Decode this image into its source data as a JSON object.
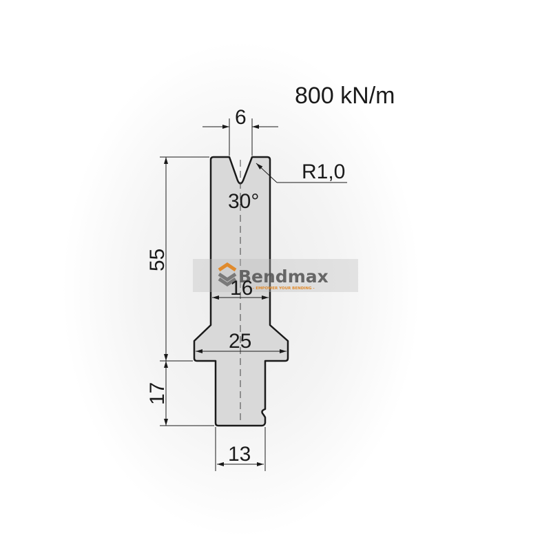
{
  "capacity": "800 kN/m",
  "dimensions": {
    "v_opening": "6",
    "radius": "R1,0",
    "angle": "30°",
    "height": "55",
    "body_width": "16",
    "shoulder_width": "25",
    "shank_height": "17",
    "shank_width": "13"
  },
  "watermark": {
    "brand": "Bendmax",
    "tagline": "- EMPOWER YOUR BENDING -"
  },
  "colors": {
    "part_fill": "#d9d9d9",
    "outline": "#1a1a1a",
    "brand_orange": "#e08a2c",
    "brand_gray": "#555555"
  }
}
